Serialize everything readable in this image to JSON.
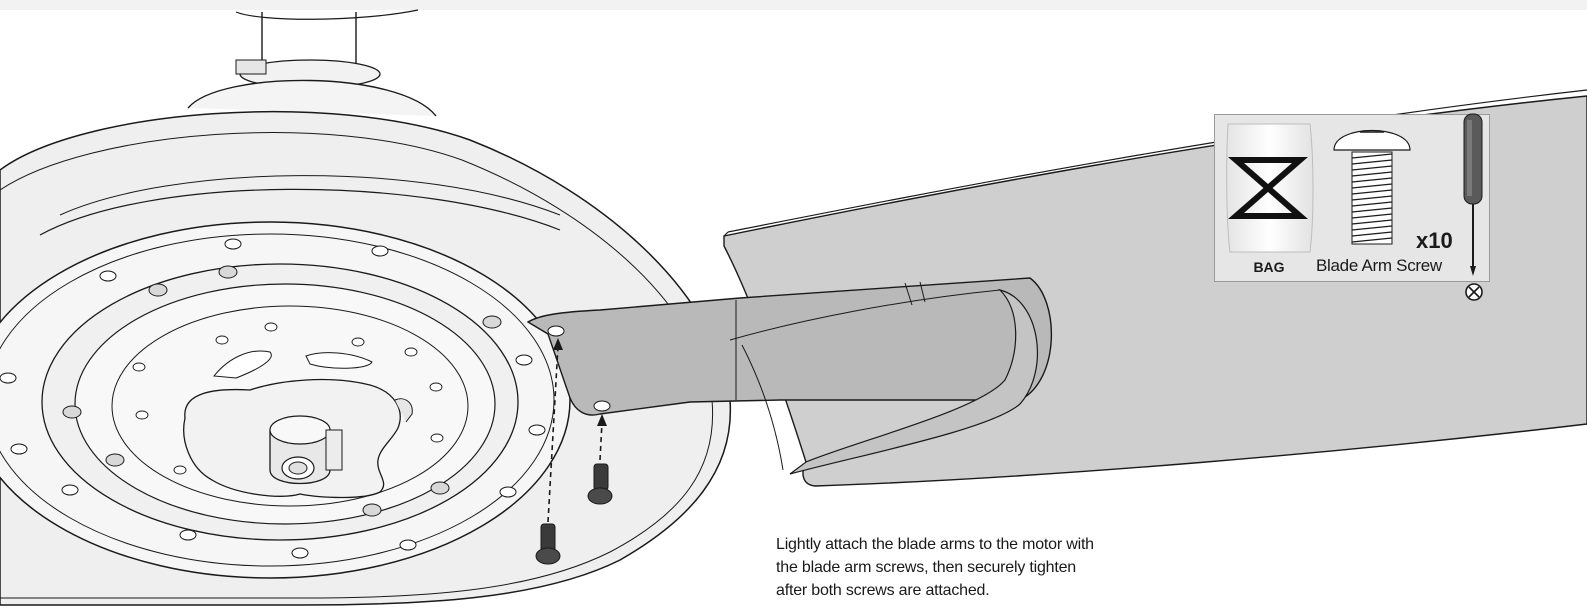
{
  "instruction": {
    "lines": [
      "Lightly attach the blade arms to the motor with",
      "the blade arm screws, then securely tighten",
      "after both screws are attached."
    ]
  },
  "parts": {
    "bag_label": "BAG",
    "bag_icon": "hourglass-icon",
    "screw_name": "Blade Arm Screw",
    "quantity": "x10",
    "tool_icon": "phillips-screwdriver-icon"
  },
  "colors": {
    "line": "#1a1a1a",
    "motor_fill": "#efefef",
    "blade_fill": "#cfcfcf",
    "arm_fill": "#b9b9b9",
    "screw_fill": "#3a3a3a",
    "panel_fill": "#e6e6e6"
  }
}
